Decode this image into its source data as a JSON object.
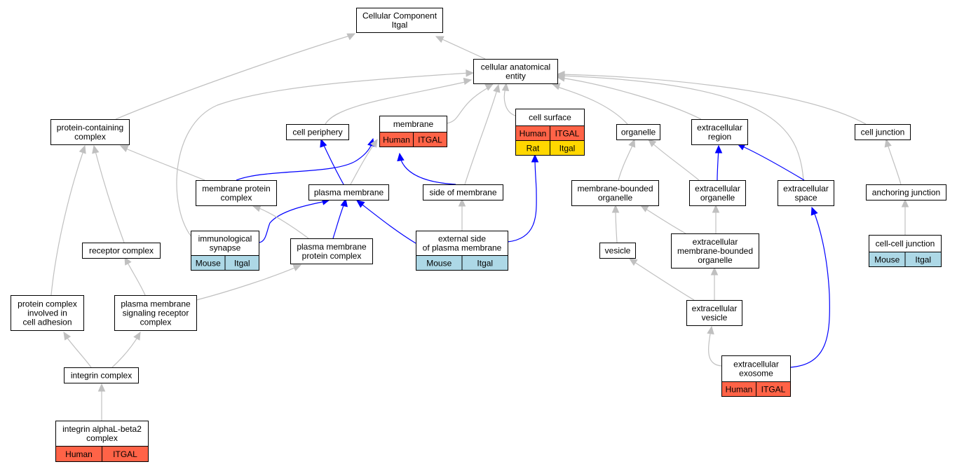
{
  "colors": {
    "gray_edge": "#c0c0c0",
    "blue_edge": "#0000ff",
    "human": "#ff6347",
    "mouse": "#add8e6",
    "rat": "#ffd700",
    "node_fill": "#ffffff",
    "border": "#000000"
  },
  "nodes": [
    {
      "id": "cellular_component",
      "lines": [
        "Cellular Component",
        "Itgal"
      ],
      "annotations": []
    },
    {
      "id": "cellular_anatomical_entity",
      "lines": [
        "cellular anatomical",
        "entity"
      ],
      "annotations": []
    },
    {
      "id": "protein_containing_complex",
      "lines": [
        "protein-containing",
        "complex"
      ],
      "annotations": []
    },
    {
      "id": "cell_periphery",
      "lines": [
        "cell periphery"
      ],
      "annotations": []
    },
    {
      "id": "membrane",
      "lines": [
        "membrane"
      ],
      "annotations": [
        {
          "species": "Human",
          "gene": "ITGAL",
          "color": "human"
        }
      ]
    },
    {
      "id": "cell_surface",
      "lines": [
        "cell surface"
      ],
      "annotations": [
        {
          "species": "Human",
          "gene": "ITGAL",
          "color": "human"
        },
        {
          "species": "Rat",
          "gene": "Itgal",
          "color": "rat"
        }
      ]
    },
    {
      "id": "organelle",
      "lines": [
        "organelle"
      ],
      "annotations": []
    },
    {
      "id": "extracellular_region",
      "lines": [
        "extracellular",
        "region"
      ],
      "annotations": []
    },
    {
      "id": "cell_junction",
      "lines": [
        "cell junction"
      ],
      "annotations": []
    },
    {
      "id": "membrane_protein_complex",
      "lines": [
        "membrane protein",
        "complex"
      ],
      "annotations": []
    },
    {
      "id": "plasma_membrane",
      "lines": [
        "plasma membrane"
      ],
      "annotations": []
    },
    {
      "id": "side_of_membrane",
      "lines": [
        "side of membrane"
      ],
      "annotations": []
    },
    {
      "id": "membrane_bounded_organelle",
      "lines": [
        "membrane-bounded",
        "organelle"
      ],
      "annotations": []
    },
    {
      "id": "extracellular_organelle",
      "lines": [
        "extracellular",
        "organelle"
      ],
      "annotations": []
    },
    {
      "id": "extracellular_space",
      "lines": [
        "extracellular",
        "space"
      ],
      "annotations": []
    },
    {
      "id": "anchoring_junction",
      "lines": [
        "anchoring junction"
      ],
      "annotations": []
    },
    {
      "id": "immunological_synapse",
      "lines": [
        "immunological",
        "synapse"
      ],
      "annotations": [
        {
          "species": "Mouse",
          "gene": "Itgal",
          "color": "mouse"
        }
      ]
    },
    {
      "id": "plasma_membrane_protein_complex",
      "lines": [
        "plasma membrane",
        "protein complex"
      ],
      "annotations": []
    },
    {
      "id": "external_side_of_plasma_membrane",
      "lines": [
        "external side",
        "of plasma membrane"
      ],
      "annotations": [
        {
          "species": "Mouse",
          "gene": "Itgal",
          "color": "mouse"
        }
      ]
    },
    {
      "id": "receptor_complex",
      "lines": [
        "receptor complex"
      ],
      "annotations": []
    },
    {
      "id": "vesicle",
      "lines": [
        "vesicle"
      ],
      "annotations": []
    },
    {
      "id": "extracellular_membrane_bounded_organelle",
      "lines": [
        "extracellular",
        "membrane-bounded",
        "organelle"
      ],
      "annotations": []
    },
    {
      "id": "cell_cell_junction",
      "lines": [
        "cell-cell junction"
      ],
      "annotations": [
        {
          "species": "Mouse",
          "gene": "Itgal",
          "color": "mouse"
        }
      ]
    },
    {
      "id": "protein_complex_cell_adhesion",
      "lines": [
        "protein complex",
        "involved in",
        "cell adhesion"
      ],
      "annotations": []
    },
    {
      "id": "pm_signaling_receptor_complex",
      "lines": [
        "plasma membrane",
        "signaling receptor",
        "complex"
      ],
      "annotations": []
    },
    {
      "id": "extracellular_vesicle",
      "lines": [
        "extracellular",
        "vesicle"
      ],
      "annotations": []
    },
    {
      "id": "integrin_complex",
      "lines": [
        "integrin complex"
      ],
      "annotations": []
    },
    {
      "id": "extracellular_exosome",
      "lines": [
        "extracellular",
        "exosome"
      ],
      "annotations": [
        {
          "species": "Human",
          "gene": "ITGAL",
          "color": "human"
        }
      ]
    },
    {
      "id": "integrin_alphaL_beta2_complex",
      "lines": [
        "integrin alphaL-beta2",
        "complex"
      ],
      "annotations": [
        {
          "species": "Human",
          "gene": "ITGAL",
          "color": "human"
        }
      ]
    }
  ],
  "edges": [
    {
      "from": "cellular_anatomical_entity",
      "to": "cellular_component",
      "type": "gray"
    },
    {
      "from": "protein_containing_complex",
      "to": "cellular_component",
      "type": "gray"
    },
    {
      "from": "cell_periphery",
      "to": "cellular_anatomical_entity",
      "type": "gray"
    },
    {
      "from": "membrane",
      "to": "cellular_anatomical_entity",
      "type": "gray"
    },
    {
      "from": "cell_surface",
      "to": "cellular_anatomical_entity",
      "type": "gray"
    },
    {
      "from": "organelle",
      "to": "cellular_anatomical_entity",
      "type": "gray"
    },
    {
      "from": "extracellular_region",
      "to": "cellular_anatomical_entity",
      "type": "gray"
    },
    {
      "from": "cell_junction",
      "to": "cellular_anatomical_entity",
      "type": "gray"
    },
    {
      "from": "extracellular_space",
      "to": "cellular_anatomical_entity",
      "type": "gray"
    },
    {
      "from": "side_of_membrane",
      "to": "cellular_anatomical_entity",
      "type": "gray"
    },
    {
      "from": "immunological_synapse",
      "to": "cellular_anatomical_entity",
      "type": "gray"
    },
    {
      "from": "membrane_protein_complex",
      "to": "protein_containing_complex",
      "type": "gray"
    },
    {
      "from": "membrane_protein_complex",
      "to": "membrane",
      "type": "blue"
    },
    {
      "from": "plasma_membrane",
      "to": "cell_periphery",
      "type": "blue"
    },
    {
      "from": "plasma_membrane",
      "to": "membrane",
      "type": "gray"
    },
    {
      "from": "side_of_membrane",
      "to": "membrane",
      "type": "blue"
    },
    {
      "from": "membrane_bounded_organelle",
      "to": "organelle",
      "type": "gray"
    },
    {
      "from": "extracellular_organelle",
      "to": "organelle",
      "type": "gray"
    },
    {
      "from": "extracellular_organelle",
      "to": "extracellular_region",
      "type": "blue"
    },
    {
      "from": "extracellular_space",
      "to": "extracellular_region",
      "type": "blue"
    },
    {
      "from": "anchoring_junction",
      "to": "cell_junction",
      "type": "gray"
    },
    {
      "from": "immunological_synapse",
      "to": "plasma_membrane",
      "type": "blue"
    },
    {
      "from": "plasma_membrane_protein_complex",
      "to": "plasma_membrane",
      "type": "blue"
    },
    {
      "from": "plasma_membrane_protein_complex",
      "to": "membrane_protein_complex",
      "type": "gray"
    },
    {
      "from": "external_side_of_plasma_membrane",
      "to": "plasma_membrane",
      "type": "blue"
    },
    {
      "from": "external_side_of_plasma_membrane",
      "to": "side_of_membrane",
      "type": "gray"
    },
    {
      "from": "external_side_of_plasma_membrane",
      "to": "cell_surface",
      "type": "blue"
    },
    {
      "from": "receptor_complex",
      "to": "protein_containing_complex",
      "type": "gray"
    },
    {
      "from": "vesicle",
      "to": "membrane_bounded_organelle",
      "type": "gray"
    },
    {
      "from": "extracellular_membrane_bounded_organelle",
      "to": "membrane_bounded_organelle",
      "type": "gray"
    },
    {
      "from": "extracellular_membrane_bounded_organelle",
      "to": "extracellular_organelle",
      "type": "gray"
    },
    {
      "from": "cell_cell_junction",
      "to": "anchoring_junction",
      "type": "gray"
    },
    {
      "from": "protein_complex_cell_adhesion",
      "to": "protein_containing_complex",
      "type": "gray"
    },
    {
      "from": "pm_signaling_receptor_complex",
      "to": "receptor_complex",
      "type": "gray"
    },
    {
      "from": "pm_signaling_receptor_complex",
      "to": "plasma_membrane_protein_complex",
      "type": "gray"
    },
    {
      "from": "extracellular_vesicle",
      "to": "vesicle",
      "type": "gray"
    },
    {
      "from": "extracellular_vesicle",
      "to": "extracellular_membrane_bounded_organelle",
      "type": "gray"
    },
    {
      "from": "integrin_complex",
      "to": "protein_complex_cell_adhesion",
      "type": "gray"
    },
    {
      "from": "integrin_complex",
      "to": "pm_signaling_receptor_complex",
      "type": "gray"
    },
    {
      "from": "extracellular_exosome",
      "to": "extracellular_vesicle",
      "type": "gray"
    },
    {
      "from": "extracellular_exosome",
      "to": "extracellular_space",
      "type": "blue"
    },
    {
      "from": "integrin_alphaL_beta2_complex",
      "to": "integrin_complex",
      "type": "gray"
    }
  ]
}
